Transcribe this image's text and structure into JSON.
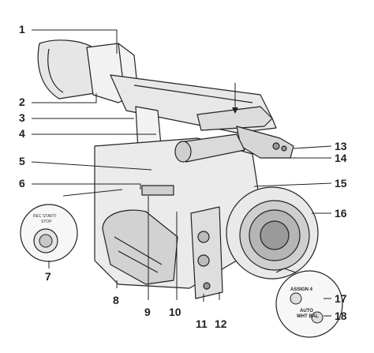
{
  "callouts": [
    {
      "id": "1",
      "label": "1"
    },
    {
      "id": "2",
      "label": "2"
    },
    {
      "id": "3",
      "label": "3"
    },
    {
      "id": "4",
      "label": "4"
    },
    {
      "id": "5",
      "label": "5"
    },
    {
      "id": "6",
      "label": "6"
    },
    {
      "id": "7",
      "label": "7"
    },
    {
      "id": "8",
      "label": "8"
    },
    {
      "id": "9",
      "label": "9"
    },
    {
      "id": "10",
      "label": "10"
    },
    {
      "id": "11",
      "label": "11"
    },
    {
      "id": "12",
      "label": "12"
    },
    {
      "id": "13",
      "label": "13"
    },
    {
      "id": "14",
      "label": "14"
    },
    {
      "id": "15",
      "label": "15"
    },
    {
      "id": "16",
      "label": "16"
    },
    {
      "id": "17",
      "label": "17"
    },
    {
      "id": "18",
      "label": "18"
    }
  ],
  "insets": {
    "rec_button": {
      "line1": "REC START/",
      "line2": "STOP"
    },
    "assign_panel": {
      "assign": "ASSIGN 4",
      "auto": "AUTO",
      "wht_bal": "WHT BAL"
    }
  },
  "colors": {
    "line": "#222222",
    "fill": "#f2f2f2",
    "shade": "#cfcfcf",
    "dark": "#9a9a9a"
  }
}
